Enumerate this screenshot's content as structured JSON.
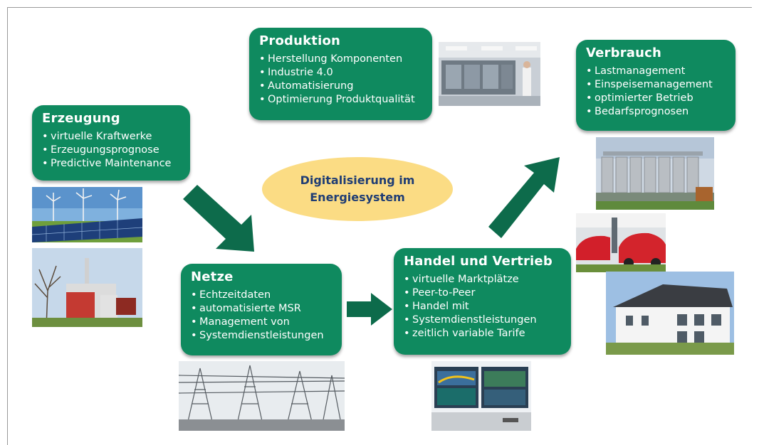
{
  "center": {
    "text": "Digitalisierung im Energiesystem"
  },
  "boxes": {
    "produktion": {
      "title": "Produktion",
      "items": [
        "Herstellung Komponenten",
        "Industrie 4.0",
        "Automatisierung",
        "Optimierung Produktqualität"
      ]
    },
    "erzeugung": {
      "title": "Erzeugung",
      "items": [
        "virtuelle Kraftwerke",
        "Erzeugungsprognose",
        "Predictive Maintenance"
      ]
    },
    "verbrauch": {
      "title": "Verbrauch",
      "items": [
        "Lastmanagement",
        "Einspeisemanagement",
        "optimierter Betrieb",
        "Bedarfsprognosen"
      ]
    },
    "netze": {
      "title": "Netze",
      "items": [
        "Echtzeitdaten",
        "automatisierte MSR",
        "Management von",
        "Systemdienstleistungen"
      ]
    },
    "handel": {
      "title": "Handel und Vertrieb",
      "items": [
        "virtuelle Marktplätze",
        "Peer-to-Peer",
        "Handel mit",
        "Systemdienstleistungen",
        "zeitlich variable Tarife"
      ]
    }
  },
  "colors": {
    "box_green": "#0f8a5f",
    "arrow_green": "#0d6b4b",
    "ellipse_fill": "#fbdc84",
    "ellipse_text": "#1f3d74"
  }
}
